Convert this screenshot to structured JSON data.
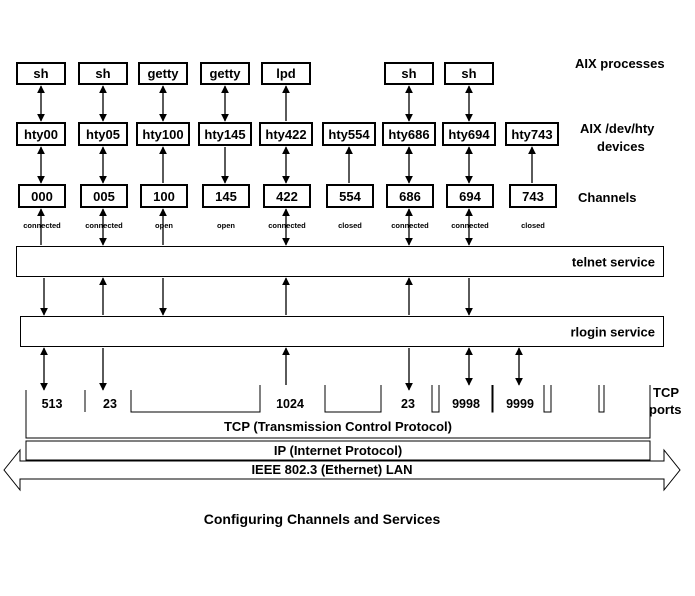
{
  "labels": {
    "aix_processes": "AIX processes",
    "aix_dev_hty_line1": "AIX /dev/hty",
    "aix_dev_hty_line2": "devices",
    "channels": "Channels",
    "tcp_ports_line1": "TCP",
    "tcp_ports_line2": "ports",
    "caption": "Configuring Channels and Services"
  },
  "processes": [
    "sh",
    "sh",
    "getty",
    "getty",
    "lpd",
    "sh",
    "sh"
  ],
  "devices": [
    "hty00",
    "hty05",
    "hty100",
    "hty145",
    "hty422",
    "hty554",
    "hty686",
    "hty694",
    "hty743"
  ],
  "channels": [
    "000",
    "005",
    "100",
    "145",
    "422",
    "554",
    "686",
    "694",
    "743"
  ],
  "statuses": [
    "connected",
    "connected",
    "open",
    "open",
    "connected",
    "closed",
    "connected",
    "connected",
    "closed"
  ],
  "services": {
    "telnet": "telnet service",
    "rlogin": "rlogin service"
  },
  "ports": [
    "513",
    "23",
    "1024",
    "23",
    "9998",
    "9999"
  ],
  "layers": {
    "tcp": "TCP (Transmission Control Protocol)",
    "ip": "IP (Internet Protocol)",
    "lan": "IEEE 802.3 (Ethernet) LAN"
  }
}
